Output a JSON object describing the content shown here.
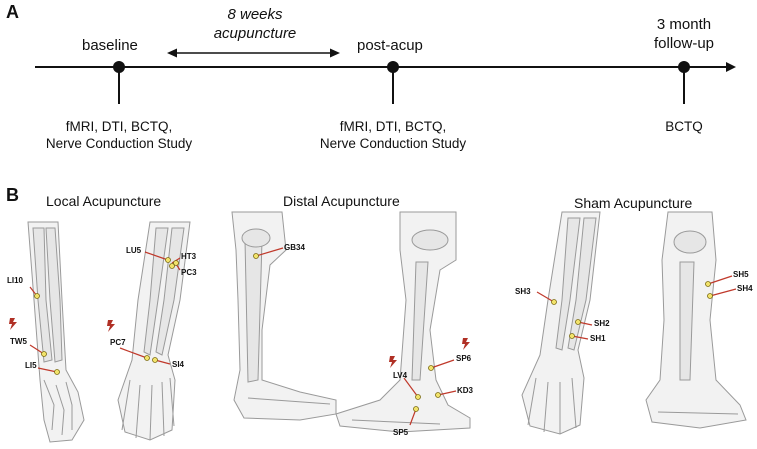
{
  "panels": {
    "a": "A",
    "b": "B"
  },
  "timeline": {
    "interval": [
      "8 weeks",
      "acupuncture"
    ],
    "points": [
      {
        "label": "baseline",
        "measures": [
          "fMRI, DTI, BCTQ,",
          "Nerve Conduction Study"
        ]
      },
      {
        "label": "post-acup",
        "measures": [
          "fMRI, DTI, BCTQ,",
          "Nerve Conduction Study"
        ]
      },
      {
        "label": [
          "3 month",
          "follow-up"
        ],
        "measures": [
          "BCTQ"
        ]
      }
    ]
  },
  "groups": [
    {
      "title": "Local Acupuncture",
      "points": [
        "LI10",
        "TW5",
        "LI5",
        "LU5",
        "HT3",
        "PC3",
        "PC7",
        "SI4"
      ]
    },
    {
      "title": "Distal Acupuncture",
      "points": [
        "GB34",
        "SP6",
        "LV4",
        "KD3",
        "SP5"
      ]
    },
    {
      "title": "Sham Acupuncture",
      "points": [
        "SH3",
        "SH2",
        "SH1",
        "SH5",
        "SH4"
      ]
    }
  ],
  "colors": {
    "line": "#111111",
    "pointer": "#c0392b",
    "acupoint_fill": "#f2e36b",
    "bone": "#e6e6e6",
    "limb_outline": "#9a9a9a"
  },
  "icons": [
    "stimulation-bolt-icon"
  ]
}
